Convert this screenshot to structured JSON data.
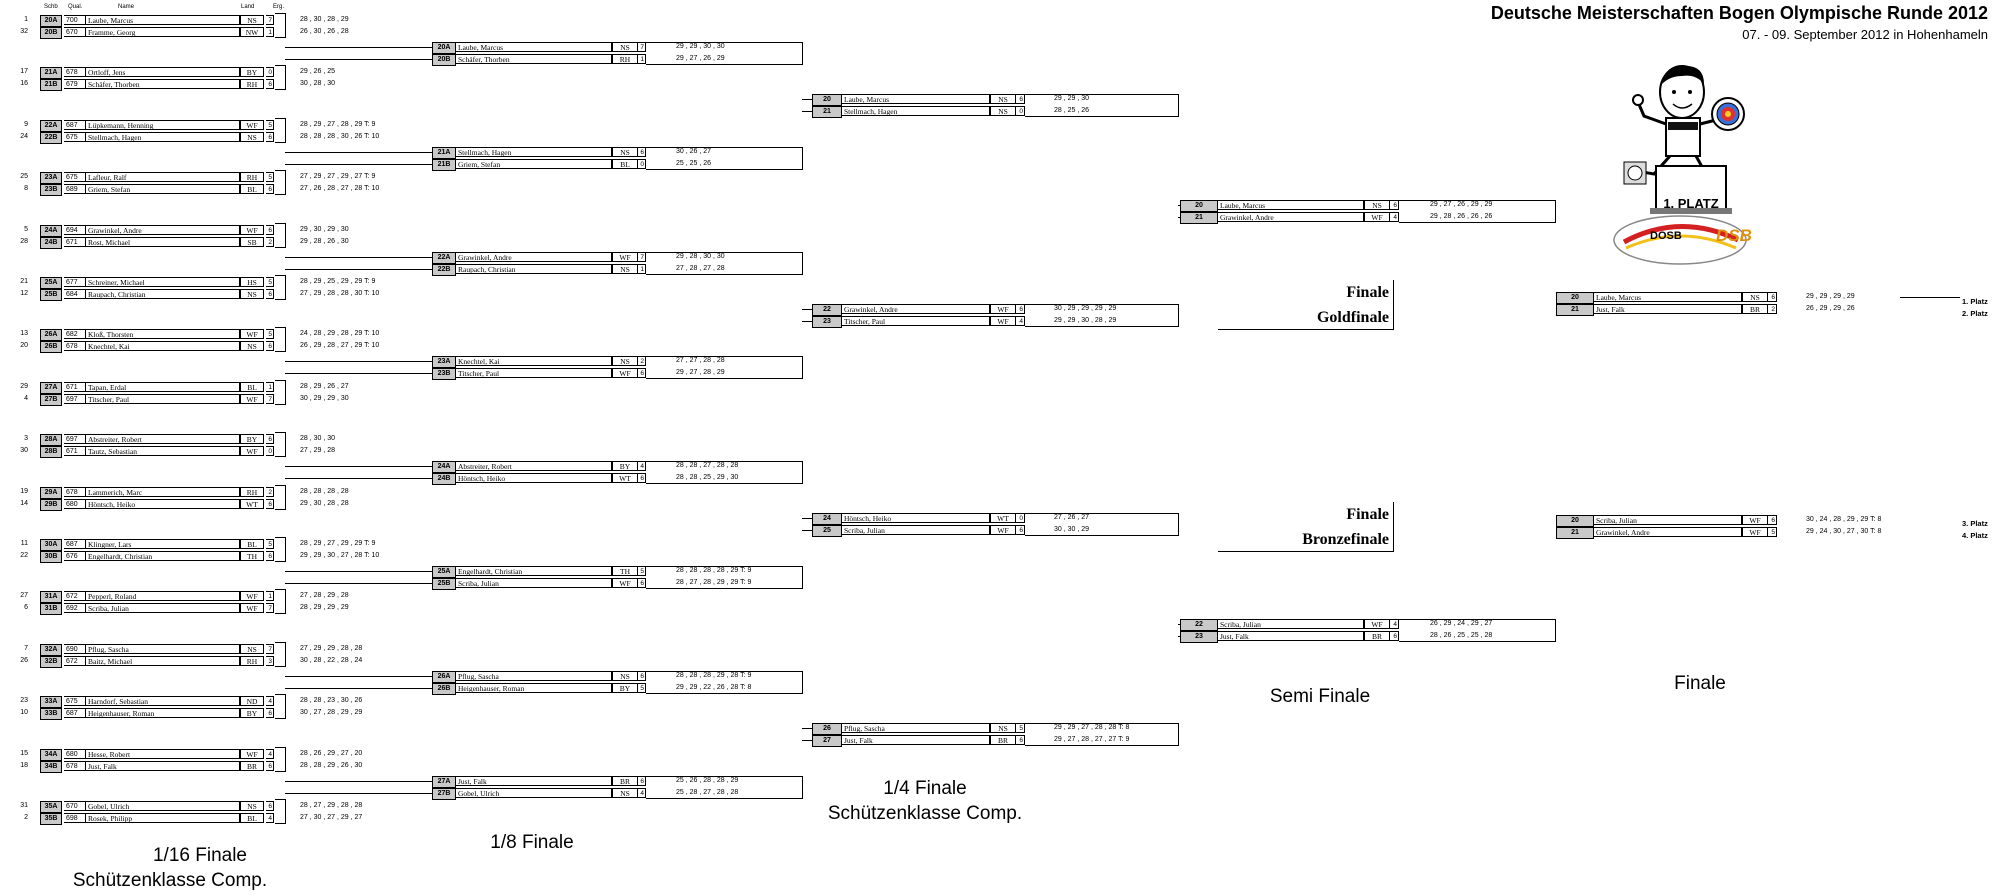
{
  "title": "Deutsche Meisterschaften Bogen Olympische Runde 2012",
  "subtitle": "07. - 09. September 2012 in Hohenhameln",
  "headers": {
    "schb": "Schb",
    "qual": "Qual.",
    "name": "Name",
    "land": "Land",
    "erg": "Erg."
  },
  "labels": {
    "r16": "1/16 Finale",
    "r16_class": "Schützenklasse Comp.",
    "r8": "1/8 Finale",
    "qf": "1/4 Finale",
    "qf_class": "Schützenklasse Comp.",
    "semi": "Semi Finale",
    "finale": "Finale",
    "gold_1": "Finale",
    "gold_2": "Goldfinale",
    "bronze_1": "Finale",
    "bronze_2": "Bronzefinale"
  },
  "logo": {
    "badge": "1. PLATZ",
    "org1": "DOSB",
    "org2": "DSB"
  },
  "places": [
    "1. Platz",
    "2. Platz",
    "3. Platz",
    "4. Platz"
  ],
  "r16": [
    {
      "seed": "1",
      "slot": "20A",
      "qual": "700",
      "name": "Laube, Marcus",
      "land": "NS",
      "erg": "7",
      "score": "28 , 30 , 28 , 29"
    },
    {
      "seed": "32",
      "slot": "20B",
      "qual": "670",
      "name": "Framme, Georg",
      "land": "NW",
      "erg": "1",
      "score": "26 , 30 , 26 , 28"
    },
    {
      "seed": "17",
      "slot": "21A",
      "qual": "678",
      "name": "Ortloff, Jens",
      "land": "BY",
      "erg": "0",
      "score": "29 , 26 , 25"
    },
    {
      "seed": "16",
      "slot": "21B",
      "qual": "679",
      "name": "Schäfer, Thorben",
      "land": "RH",
      "erg": "6",
      "score": "30 , 28 , 30"
    },
    {
      "seed": "9",
      "slot": "22A",
      "qual": "687",
      "name": "Lüpkemann, Henning",
      "land": "WF",
      "erg": "5",
      "score": "28 , 29 , 27 , 28 , 29 T: 9"
    },
    {
      "seed": "24",
      "slot": "22B",
      "qual": "675",
      "name": "Stellmach, Hagen",
      "land": "NS",
      "erg": "6",
      "score": "28 , 28 , 28 , 30 , 26 T: 10"
    },
    {
      "seed": "25",
      "slot": "23A",
      "qual": "675",
      "name": "Lafleur, Ralf",
      "land": "RH",
      "erg": "5",
      "score": "27 , 29 , 27 , 29 , 27 T: 9"
    },
    {
      "seed": "8",
      "slot": "23B",
      "qual": "689",
      "name": "Griem, Stefan",
      "land": "BL",
      "erg": "6",
      "score": "27 , 26 , 28 , 27 , 28 T: 10"
    },
    {
      "seed": "5",
      "slot": "24A",
      "qual": "694",
      "name": "Grawinkel, Andre",
      "land": "WF",
      "erg": "6",
      "score": "29 , 30 , 29 , 30"
    },
    {
      "seed": "28",
      "slot": "24B",
      "qual": "671",
      "name": "Rost, Michael",
      "land": "SB",
      "erg": "2",
      "score": "29 , 28 , 26 , 30"
    },
    {
      "seed": "21",
      "slot": "25A",
      "qual": "677",
      "name": "Schreiner, Michael",
      "land": "HS",
      "erg": "5",
      "score": "28 , 29 , 25 , 29 , 29 T: 9"
    },
    {
      "seed": "12",
      "slot": "25B",
      "qual": "684",
      "name": "Raupach, Christian",
      "land": "NS",
      "erg": "6",
      "score": "27 , 29 , 28 , 28 , 30 T: 10"
    },
    {
      "seed": "13",
      "slot": "26A",
      "qual": "682",
      "name": "Kloß, Thorsten",
      "land": "WF",
      "erg": "5",
      "score": "24 , 28 , 29 , 28 , 29 T: 10"
    },
    {
      "seed": "20",
      "slot": "26B",
      "qual": "678",
      "name": "Knechtel, Kai",
      "land": "NS",
      "erg": "6",
      "score": "26 , 29 , 28 , 27 , 29 T: 10"
    },
    {
      "seed": "29",
      "slot": "27A",
      "qual": "671",
      "name": "Tapan, Erdal",
      "land": "BL",
      "erg": "1",
      "score": "28 , 29 , 26 , 27"
    },
    {
      "seed": "4",
      "slot": "27B",
      "qual": "697",
      "name": "Titscher, Paul",
      "land": "WF",
      "erg": "7",
      "score": "30 , 29 , 29 , 30"
    },
    {
      "seed": "3",
      "slot": "28A",
      "qual": "697",
      "name": "Abstreiter, Robert",
      "land": "BY",
      "erg": "6",
      "score": "28 , 30 , 30"
    },
    {
      "seed": "30",
      "slot": "28B",
      "qual": "671",
      "name": "Tautz, Sebastian",
      "land": "WF",
      "erg": "0",
      "score": "27 , 29 , 28"
    },
    {
      "seed": "19",
      "slot": "29A",
      "qual": "678",
      "name": "Lammerich, Marc",
      "land": "RH",
      "erg": "2",
      "score": "28 , 28 , 28 , 28"
    },
    {
      "seed": "14",
      "slot": "29B",
      "qual": "680",
      "name": "Höntsch, Heiko",
      "land": "WT",
      "erg": "6",
      "score": "29 , 30 , 28 , 28"
    },
    {
      "seed": "11",
      "slot": "30A",
      "qual": "687",
      "name": "Klingner, Lars",
      "land": "BL",
      "erg": "5",
      "score": "28 , 29 , 27 , 29 , 29 T: 9"
    },
    {
      "seed": "22",
      "slot": "30B",
      "qual": "676",
      "name": "Engelhardt, Christian",
      "land": "TH",
      "erg": "6",
      "score": "29 , 29 , 30 , 27 , 28 T: 10"
    },
    {
      "seed": "27",
      "slot": "31A",
      "qual": "672",
      "name": "Pepperl, Roland",
      "land": "WF",
      "erg": "1",
      "score": "27 , 28 , 29 , 28"
    },
    {
      "seed": "6",
      "slot": "31B",
      "qual": "692",
      "name": "Scriba, Julian",
      "land": "WF",
      "erg": "7",
      "score": "28 , 29 , 29 , 29"
    },
    {
      "seed": "7",
      "slot": "32A",
      "qual": "690",
      "name": "Pflug, Sascha",
      "land": "NS",
      "erg": "7",
      "score": "27 , 29 , 29 , 28 , 28"
    },
    {
      "seed": "26",
      "slot": "32B",
      "qual": "672",
      "name": "Baitz, Michael",
      "land": "RH",
      "erg": "3",
      "score": "30 , 28 , 22 , 28 , 24"
    },
    {
      "seed": "23",
      "slot": "33A",
      "qual": "675",
      "name": "Harndorf, Sebastian",
      "land": "ND",
      "erg": "4",
      "score": "28 , 28 , 23 , 30 , 26"
    },
    {
      "seed": "10",
      "slot": "33B",
      "qual": "687",
      "name": "Heigenhauser, Roman",
      "land": "BY",
      "erg": "6",
      "score": "30 , 27 , 28 , 29 , 29"
    },
    {
      "seed": "15",
      "slot": "34A",
      "qual": "680",
      "name": "Hesse, Robert",
      "land": "WF",
      "erg": "4",
      "score": "28 , 26 , 29 , 27 , 20"
    },
    {
      "seed": "18",
      "slot": "34B",
      "qual": "678",
      "name": "Just, Falk",
      "land": "BR",
      "erg": "6",
      "score": "28 , 28 , 29 , 26 , 30"
    },
    {
      "seed": "31",
      "slot": "35A",
      "qual": "670",
      "name": "Gobel, Ulrich",
      "land": "NS",
      "erg": "6",
      "score": "28 , 27 , 29 , 28 , 28"
    },
    {
      "seed": "2",
      "slot": "35B",
      "qual": "698",
      "name": "Rosek, Philipp",
      "land": "BL",
      "erg": "4",
      "score": "27 , 30 , 27 , 29 , 27"
    }
  ],
  "r8": [
    {
      "slot": "20A",
      "name": "Laube, Marcus",
      "land": "NS",
      "erg": "7",
      "score": "29 , 29 , 30 , 30"
    },
    {
      "slot": "20B",
      "name": "Schäfer, Thorben",
      "land": "RH",
      "erg": "1",
      "score": "29 , 27 , 26 , 29"
    },
    {
      "slot": "21A",
      "name": "Stellmach, Hagen",
      "land": "NS",
      "erg": "6",
      "score": "30 , 26 , 27"
    },
    {
      "slot": "21B",
      "name": "Griem, Stefan",
      "land": "BL",
      "erg": "0",
      "score": "25 , 25 , 26"
    },
    {
      "slot": "22A",
      "name": "Grawinkel, Andre",
      "land": "WF",
      "erg": "7",
      "score": "29 , 28 , 30 , 30"
    },
    {
      "slot": "22B",
      "name": "Raupach, Christian",
      "land": "NS",
      "erg": "1",
      "score": "27 , 28 , 27 , 28"
    },
    {
      "slot": "23A",
      "name": "Knechtel, Kai",
      "land": "NS",
      "erg": "2",
      "score": "27 , 27 , 28 , 28"
    },
    {
      "slot": "23B",
      "name": "Titscher, Paul",
      "land": "WF",
      "erg": "6",
      "score": "29 , 27 , 28 , 29"
    },
    {
      "slot": "24A",
      "name": "Abstreiter, Robert",
      "land": "BY",
      "erg": "4",
      "score": "28 , 28 , 27 , 28 , 28"
    },
    {
      "slot": "24B",
      "name": "Höntsch, Heiko",
      "land": "WT",
      "erg": "6",
      "score": "28 , 28 , 25 , 29 , 30"
    },
    {
      "slot": "25A",
      "name": "Engelhardt, Christian",
      "land": "TH",
      "erg": "5",
      "score": "28 , 28 , 28 , 28 , 29 T: 9"
    },
    {
      "slot": "25B",
      "name": "Scriba, Julian",
      "land": "WF",
      "erg": "6",
      "score": "28 , 27 , 28 , 29 , 29 T: 9"
    },
    {
      "slot": "26A",
      "name": "Pflug, Sascha",
      "land": "NS",
      "erg": "6",
      "score": "28 , 28 , 28 , 29 , 28 T: 9"
    },
    {
      "slot": "26B",
      "name": "Heigenhauser, Roman",
      "land": "BY",
      "erg": "5",
      "score": "29 , 29 , 22 , 26 , 28 T: 8"
    },
    {
      "slot": "27A",
      "name": "Just, Falk",
      "land": "BR",
      "erg": "6",
      "score": "25 , 26 , 28 , 28 , 29"
    },
    {
      "slot": "27B",
      "name": "Gobel, Ulrich",
      "land": "NS",
      "erg": "4",
      "score": "25 , 28 , 27 , 28 , 28"
    }
  ],
  "qf": [
    {
      "slot": "20",
      "name": "Laube, Marcus",
      "land": "NS",
      "erg": "6",
      "score": "29 , 29 , 30"
    },
    {
      "slot": "21",
      "name": "Stellmach, Hagen",
      "land": "NS",
      "erg": "0",
      "score": "28 , 25 , 26"
    },
    {
      "slot": "22",
      "name": "Grawinkel, Andre",
      "land": "WF",
      "erg": "6",
      "score": "30 , 29 , 29 , 29 , 29"
    },
    {
      "slot": "23",
      "name": "Titscher, Paul",
      "land": "WF",
      "erg": "4",
      "score": "29 , 29 , 30 , 28 , 29"
    },
    {
      "slot": "24",
      "name": "Höntsch, Heiko",
      "land": "WT",
      "erg": "0",
      "score": "27 , 26 , 27"
    },
    {
      "slot": "25",
      "name": "Scriba, Julian",
      "land": "WF",
      "erg": "6",
      "score": "30 , 30 , 29"
    },
    {
      "slot": "26",
      "name": "Pflug, Sascha",
      "land": "NS",
      "erg": "5",
      "score": "29 , 29 , 27 , 28 , 28 T: 8"
    },
    {
      "slot": "27",
      "name": "Just, Falk",
      "land": "BR",
      "erg": "6",
      "score": "29 , 27 , 28 , 27 , 27 T: 9"
    }
  ],
  "sf": [
    {
      "slot": "20",
      "name": "Laube, Marcus",
      "land": "NS",
      "erg": "6",
      "score": "29 , 27 , 26 , 29 , 29"
    },
    {
      "slot": "21",
      "name": "Grawinkel, Andre",
      "land": "WF",
      "erg": "4",
      "score": "29 , 28 , 26 , 26 , 26"
    },
    {
      "slot": "22",
      "name": "Scriba, Julian",
      "land": "WF",
      "erg": "4",
      "score": "26 , 29 , 24 , 29 , 27"
    },
    {
      "slot": "23",
      "name": "Just, Falk",
      "land": "BR",
      "erg": "6",
      "score": "28 , 26 , 25 , 25 , 28"
    }
  ],
  "fin": [
    {
      "slot": "20",
      "name": "Laube, Marcus",
      "land": "NS",
      "erg": "6",
      "score": "29 , 29 , 29 , 29"
    },
    {
      "slot": "21",
      "name": "Just, Falk",
      "land": "BR",
      "erg": "2",
      "score": "26 , 29 , 29 , 26"
    },
    {
      "slot": "20",
      "name": "Scriba, Julian",
      "land": "WF",
      "erg": "6",
      "score": "30 , 24 , 28 , 29 , 29 T: 8"
    },
    {
      "slot": "21",
      "name": "Grawinkel, Andre",
      "land": "WF",
      "erg": "5",
      "score": "29 , 24 , 30 , 27 , 30 T: 8"
    }
  ]
}
